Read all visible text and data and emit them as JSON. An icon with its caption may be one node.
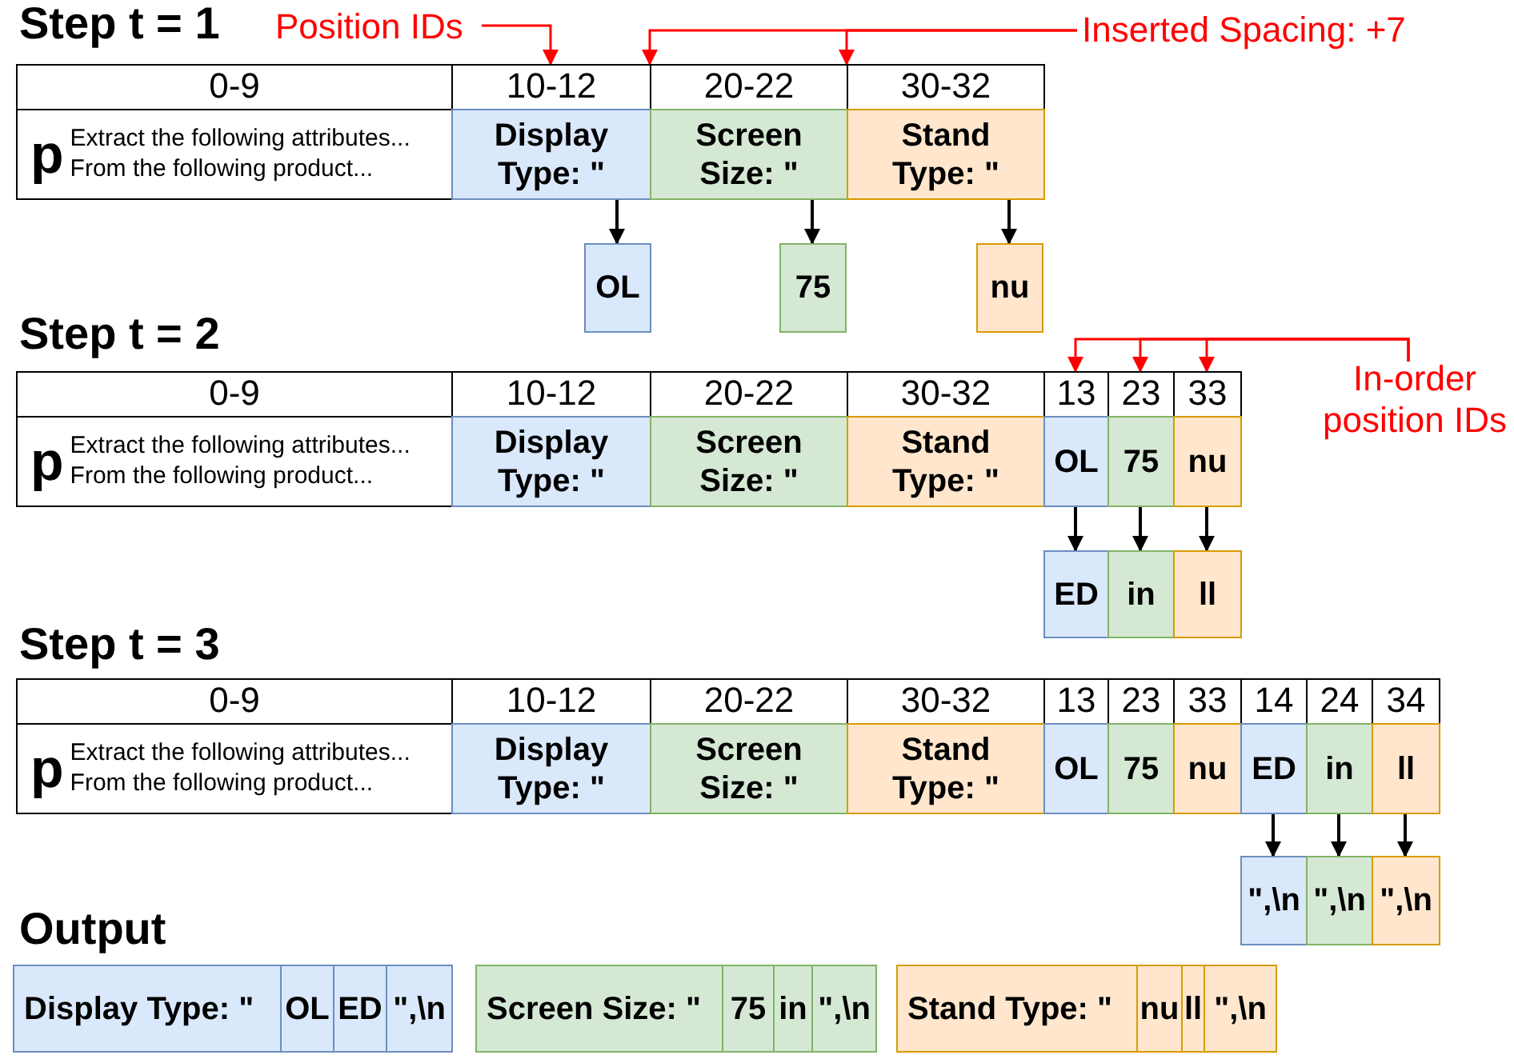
{
  "diagram": {
    "nodes": [
      {
        "text": [
          "0-9"
        ]
      },
      {
        "text": [
          "10-12"
        ]
      },
      {
        "text": [
          "20-22"
        ]
      },
      {
        "text": [
          "30-32"
        ]
      },
      {
        "text": [
          "p",
          "Extract the following attributes...",
          "From the following product..."
        ]
      },
      {
        "text": [
          "Display Type: \""
        ]
      },
      {
        "text": [
          "Screen Size: \""
        ]
      },
      {
        "text": [
          "Stand Type: \""
        ]
      },
      {
        "text": [
          "OL"
        ]
      },
      {
        "text": [
          "75"
        ]
      },
      {
        "text": [
          "nu"
        ]
      },
      {
        "text": [
          "Position IDs"
        ]
      },
      {
        "text": [
          "Inserted Spacing: +7"
        ]
      },
      {
        "text": [
          "0-9"
        ]
      },
      {
        "text": [
          "10-12"
        ]
      },
      {
        "text": [
          "20-22"
        ]
      },
      {
        "text": [
          "30-32"
        ]
      },
      {
        "text": [
          "13"
        ]
      },
      {
        "text": [
          "23"
        ]
      },
      {
        "text": [
          "33"
        ]
      },
      {
        "text": [
          "p",
          "Extract the following attributes...",
          "From the following product..."
        ]
      },
      {
        "text": [
          "Display Type: \""
        ]
      },
      {
        "text": [
          "Screen Size: \""
        ]
      },
      {
        "text": [
          "Stand Type: \""
        ]
      },
      {
        "text": [
          "OL"
        ]
      },
      {
        "text": [
          "75"
        ]
      },
      {
        "text": [
          "nu"
        ]
      },
      {
        "text": [
          "ED"
        ]
      },
      {
        "text": [
          "in"
        ]
      },
      {
        "text": [
          "ll"
        ]
      },
      {
        "text": [
          "In-order position IDs"
        ]
      },
      {
        "text": [
          "0-9"
        ]
      },
      {
        "text": [
          "10-12"
        ]
      },
      {
        "text": [
          "20-22"
        ]
      },
      {
        "text": [
          "30-32"
        ]
      },
      {
        "text": [
          "13"
        ]
      },
      {
        "text": [
          "23"
        ]
      },
      {
        "text": [
          "33"
        ]
      },
      {
        "text": [
          "14"
        ]
      },
      {
        "text": [
          "24"
        ]
      },
      {
        "text": [
          "34"
        ]
      },
      {
        "text": [
          "p",
          "Extract the following attributes...",
          "From the following product..."
        ]
      },
      {
        "text": [
          "Display Type: \""
        ]
      },
      {
        "text": [
          "Screen Size: \""
        ]
      },
      {
        "text": [
          "Stand Type: \""
        ]
      },
      {
        "text": [
          "OL"
        ]
      },
      {
        "text": [
          "75"
        ]
      },
      {
        "text": [
          "nu"
        ]
      },
      {
        "text": [
          "ED"
        ]
      },
      {
        "text": [
          "in"
        ]
      },
      {
        "text": [
          "ll"
        ]
      },
      {
        "text": [
          "\",\\n"
        ]
      },
      {
        "text": [
          "\",\\n"
        ]
      },
      {
        "text": [
          "\",\\n"
        ]
      },
      {
        "text": [
          "Display Type: \""
        ]
      },
      {
        "text": [
          "OL"
        ]
      },
      {
        "text": [
          "ED"
        ]
      },
      {
        "text": [
          "\",\\n"
        ]
      },
      {
        "text": [
          "Screen Size: \""
        ]
      },
      {
        "text": [
          "75"
        ]
      },
      {
        "text": [
          "in"
        ]
      },
      {
        "text": [
          "\",\\n"
        ]
      },
      {
        "text": [
          "Stand Type: \""
        ]
      },
      {
        "text": [
          "nu"
        ]
      },
      {
        "text": [
          "ll"
        ]
      },
      {
        "text": [
          "\",\\n"
        ]
      }
    ],
    "edges": [
      {
        "from": 5,
        "to": 8,
        "arrow": "to"
      },
      {
        "from": 6,
        "to": 9,
        "arrow": "to"
      },
      {
        "from": 7,
        "to": 10,
        "arrow": "to"
      },
      {
        "from": 11,
        "to": 1,
        "arrow": "to",
        "color": "#ff0000"
      },
      {
        "from": 12,
        "to": 2,
        "arrow": "to",
        "color": "#ff0000"
      },
      {
        "from": 12,
        "to": 3,
        "arrow": "to",
        "color": "#ff0000"
      },
      {
        "from": 24,
        "to": 27,
        "arrow": "to"
      },
      {
        "from": 25,
        "to": 28,
        "arrow": "to"
      },
      {
        "from": 26,
        "to": 29,
        "arrow": "to"
      },
      {
        "from": 30,
        "to": 17,
        "arrow": "to",
        "color": "#ff0000"
      },
      {
        "from": 30,
        "to": 18,
        "arrow": "to",
        "color": "#ff0000"
      },
      {
        "from": 30,
        "to": 19,
        "arrow": "to",
        "color": "#ff0000"
      },
      {
        "from": 48,
        "to": 51,
        "arrow": "to"
      },
      {
        "from": 49,
        "to": 52,
        "arrow": "to"
      },
      {
        "from": 50,
        "to": 53,
        "arrow": "to"
      }
    ],
    "labels": [
      "Step t = 1",
      "Step t = 2",
      "Step t = 3",
      "Output"
    ]
  }
}
